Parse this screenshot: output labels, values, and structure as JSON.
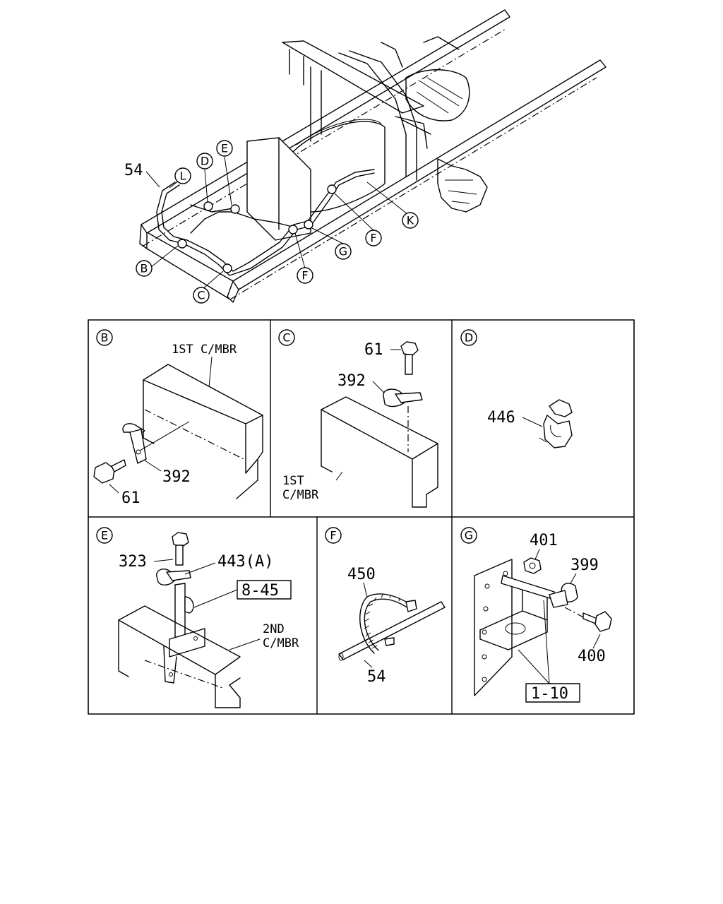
{
  "overview": {
    "part_label": "54",
    "callouts": {
      "b": "B",
      "c": "C",
      "d": "D",
      "e": "E",
      "f1": "F",
      "f2": "F",
      "g": "G",
      "k": "K",
      "l": "L"
    }
  },
  "details": {
    "b": {
      "letter": "B",
      "frame_line1": "1ST C/MBR",
      "clip": "392",
      "bolt": "61"
    },
    "c": {
      "letter": "C",
      "bolt": "61",
      "clip": "392",
      "frame_line1": "1ST",
      "frame_line2": "C/MBR"
    },
    "d": {
      "letter": "D",
      "clip": "446"
    },
    "e": {
      "letter": "E",
      "bolt": "323",
      "clip": "443(A)",
      "ref": "8-45",
      "frame_line1": "2ND",
      "frame_line2": "C/MBR"
    },
    "f": {
      "letter": "F",
      "band": "450",
      "pipe": "54"
    },
    "g": {
      "letter": "G",
      "nut": "401",
      "clip": "399",
      "bolt": "400",
      "ref": "1-10"
    }
  }
}
